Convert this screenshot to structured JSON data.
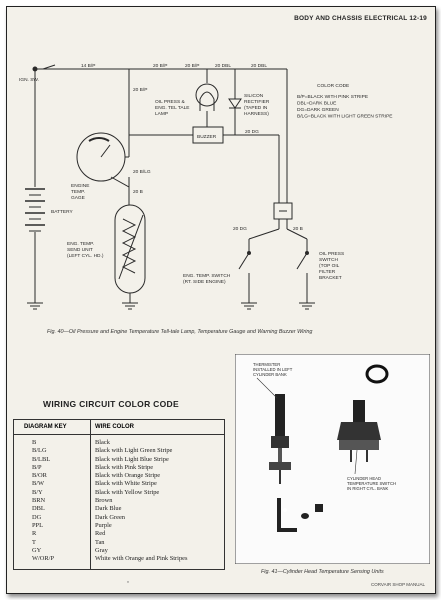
{
  "header": {
    "title": "BODY AND CHASSIS ELECTRICAL 12-19"
  },
  "wiring": {
    "ign_sw": "IGN. SW.",
    "w14bp": "14 B/P",
    "w20bp_a": "20 B/P",
    "w20bp_b": "20 B/P",
    "w20bp_c": "20 B/P",
    "w20dbl_a": "20 DBL",
    "w20dbl_b": "20 DBL",
    "oil_lamp": [
      "OIL PRESS &",
      "ENG. TEL TALE",
      "LAMP"
    ],
    "rectifier": [
      "SILICON",
      "RECTIFIER",
      "(TAPED IN",
      "HARNESS)"
    ],
    "buzzer": "BUZZER",
    "w20dg_a": "20 DG",
    "w20dg_b": "20 DG",
    "w20blg": "20 B/LG",
    "w20b_a": "20 B",
    "w20b_b": "20 B",
    "gauge": [
      "ENGINE",
      "TEMP.",
      "GAGE"
    ],
    "battery": "BATTERY",
    "send_unit": [
      "ENG. TEMP.",
      "SEND UNIT",
      "(LEFT CYL. HD.)"
    ],
    "temp_switch": [
      "ENG. TEMP. SWITCH",
      "(RT. SIDE ENGINE)"
    ],
    "oil_switch": [
      "OIL PRESS",
      "SWITCH",
      "(TOP OIL",
      "FILTER",
      "BRACKET"
    ],
    "color_code_title": "COLOR CODE",
    "color_code": [
      "B/P=BLACK WITH PINK STRIPE",
      "DBL=DARK BLUE",
      "DG=DARK GREEN",
      "B/LG=BLACK WITH LIGHT GREEN STRIPE"
    ]
  },
  "fig40_caption": "Fig. 40—Oil Pressure and Engine Temperature Tell-tale Lamp, Temperature Gauge and Warning Buzzer Wiring",
  "color_table": {
    "title": "WIRING CIRCUIT COLOR CODE",
    "head_key": "DIAGRAM KEY",
    "head_color": "WIRE COLOR",
    "rows": [
      [
        "B",
        "Black"
      ],
      [
        "B/LG",
        "Black with Light Green Stripe"
      ],
      [
        "B/LBL",
        "Black with Light Blue Stripe"
      ],
      [
        "B/P",
        "Black with Pink Stripe"
      ],
      [
        "B/OR",
        "Black with Orange Stripe"
      ],
      [
        "B/W",
        "Black with White Stripe"
      ],
      [
        "B/Y",
        "Black with Yellow Stripe"
      ],
      [
        "BRN",
        "Brown"
      ],
      [
        "DBL",
        "Dark Blue"
      ],
      [
        "DG",
        "Dark Green"
      ],
      [
        "PPL",
        "Purple"
      ],
      [
        "R",
        "Red"
      ],
      [
        "T",
        "Tan"
      ],
      [
        "GY",
        "Gray"
      ],
      [
        "W/OR/P",
        "White with Orange and Pink Stripes"
      ]
    ]
  },
  "photo": {
    "thermister": [
      "THERMISTER",
      "INSTALLED IN LEFT",
      "CYLINDER BANK"
    ],
    "head_switch": [
      "CYLINDER HEAD",
      "TEMPERATURE SWITCH",
      "IN RIGHT CYL. BANK"
    ]
  },
  "fig41_caption": "Fig. 41—Cylinder Head Temperature Sensing Units",
  "footer": "CORVAIR SHOP MANUAL",
  "page_mark": "*"
}
